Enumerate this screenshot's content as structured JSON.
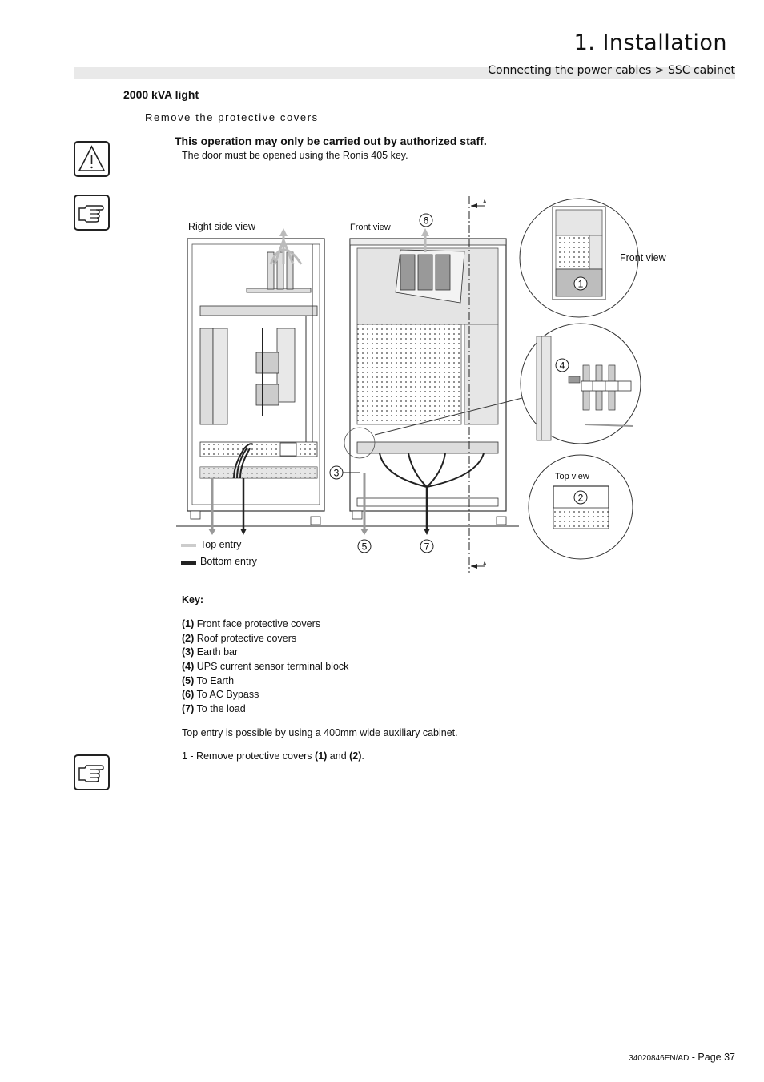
{
  "header": {
    "chapter": "1. Installation",
    "breadcrumb": "Connecting the power cables >  SSC cabinet"
  },
  "section_title": "2000 kVA light",
  "subsection_title": "Remove the protective covers",
  "warning": {
    "title": "This operation may only be carried out by authorized staff.",
    "text": "The door must be opened using the Ronis 405 key."
  },
  "diagram": {
    "label_right_side_view": "Right side view",
    "label_front_view": "Front view",
    "label_inset_front_view": "Front view",
    "label_top_view": "Top view",
    "section_marker": "A",
    "callouts": [
      "1",
      "2",
      "3",
      "4",
      "5",
      "6",
      "7"
    ],
    "legend": {
      "top_entry": "Top entry",
      "bottom_entry": "Bottom entry"
    }
  },
  "key": {
    "title": "Key:",
    "items": [
      {
        "num": "(1)",
        "text": " Front face protective covers"
      },
      {
        "num": "(2)",
        "text": " Roof protective covers"
      },
      {
        "num": "(3)",
        "text": " Earth bar"
      },
      {
        "num": "(4)",
        "text": " UPS current sensor terminal block"
      },
      {
        "num": "(5)",
        "text": " To Earth"
      },
      {
        "num": "(6)",
        "text": " To AC Bypass"
      },
      {
        "num": "(7)",
        "text": " To the load"
      }
    ]
  },
  "note": "Top entry is possible by using a 400mm wide auxiliary cabinet.",
  "step": {
    "prefix": "1 - Remove protective covers ",
    "ref1": "(1)",
    "middle": " and ",
    "ref2": "(2)",
    "suffix": "."
  },
  "footer": {
    "doc_code": "34020846EN/AD",
    "page": " - Page 37"
  },
  "icons": {
    "warning": "warning-triangle-icon",
    "pointing_hand": "pointing-hand-icon"
  }
}
